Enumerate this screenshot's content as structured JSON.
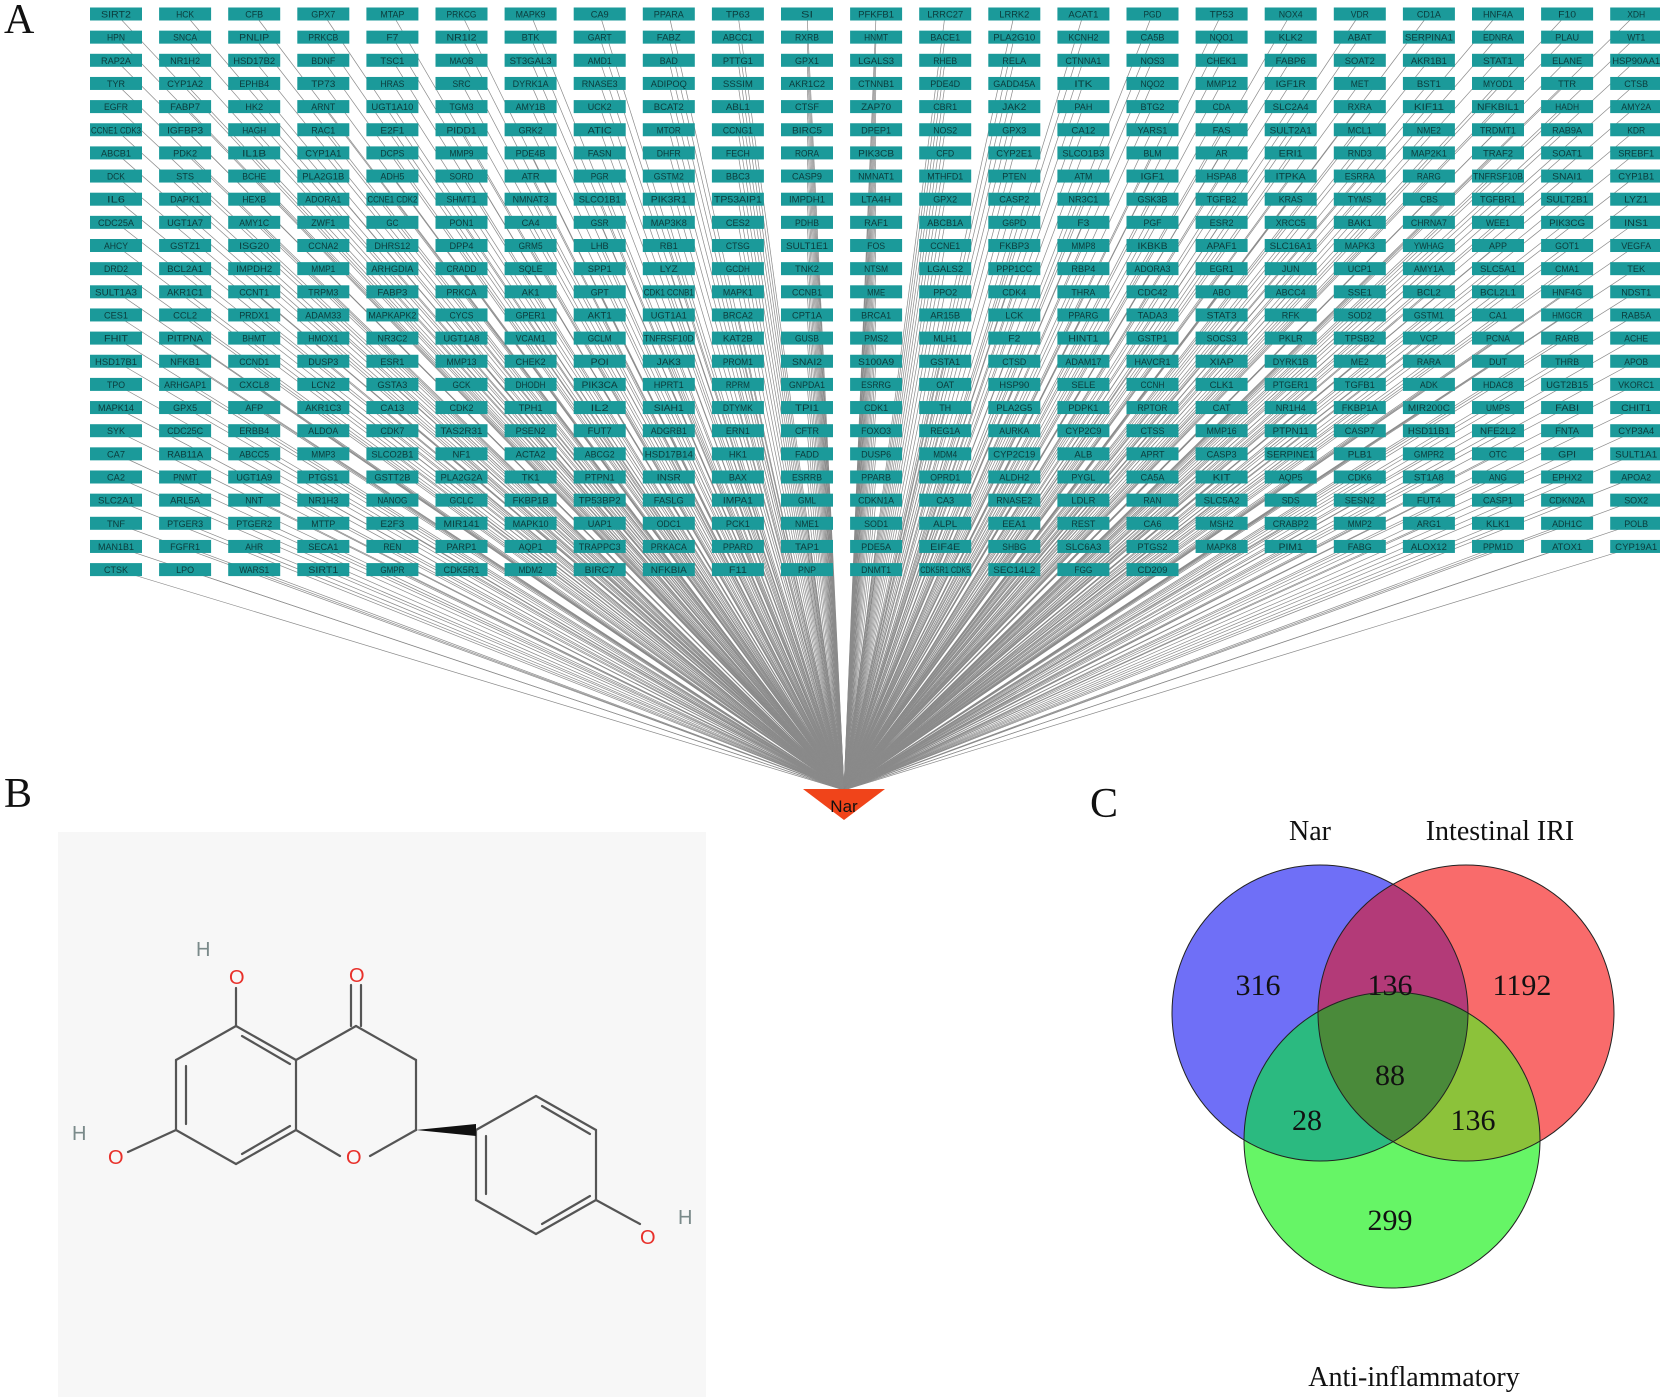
{
  "panels": {
    "a": "A",
    "b": "B",
    "c": "C"
  },
  "network": {
    "hub_label": "Nar",
    "colors": {
      "node": "#1b9a9a",
      "edge": "#8a8a8a",
      "hub": "#f0441a"
    },
    "columns": [
      [
        "SIRT2",
        "HPN",
        "RAP2A",
        "TYR",
        "EGFR",
        "CCNE1 CDK3",
        "ABCB1",
        "DCK",
        "IL6",
        "CDC25A",
        "AHCY",
        "DRD2",
        "SULT1A3",
        "CES1",
        "FHIT",
        "HSD17B1",
        "TPO",
        "MAPK14",
        "SYK",
        "CA7",
        "CA2",
        "SLC2A1",
        "TNF",
        "MAN1B1",
        "CTSK"
      ],
      [
        "HCK",
        "SNCA",
        "NR1H2",
        "CYP1A2",
        "FABP7",
        "IGFBP3",
        "PDK2",
        "STS",
        "DAPK1",
        "UGT1A7",
        "GSTZ1",
        "BCL2A1",
        "AKR1C1",
        "CCL2",
        "PITPNA",
        "NFKB1",
        "ARHGAP1",
        "GPX5",
        "CDC25C",
        "RAB11A",
        "PNMT",
        "ARL5A",
        "PTGER3",
        "FGFR1",
        "LPO"
      ],
      [
        "CFB",
        "PNLIP",
        "HSD17B2",
        "EPHB4",
        "HK2",
        "HAGH",
        "IL1B",
        "BCHE",
        "HEXB",
        "AMY1C",
        "ISG20",
        "IMPDH2",
        "CCNT1",
        "PRDX1",
        "BHMT",
        "CCND1",
        "CXCL8",
        "AFP",
        "ERBB4",
        "ABCC5",
        "UGT1A9",
        "NNT",
        "PTGER2",
        "AHR",
        "WARS1"
      ],
      [
        "GPX7",
        "PRKCB",
        "BDNF",
        "TP73",
        "ARNT",
        "RAC1",
        "CYP1A1",
        "PLA2G1B",
        "ADORA1",
        "ZWF1",
        "CCNA2",
        "MMP1",
        "TRPM3",
        "ADAM33",
        "HMOX1",
        "DUSP3",
        "LCN2",
        "AKR1C3",
        "ALDOA",
        "MMP3",
        "PTGS1",
        "NR1H3",
        "MTTP",
        "SECA1",
        "SIRT1"
      ],
      [
        "MTAP",
        "F7",
        "TSC1",
        "HRAS",
        "UGT1A10",
        "E2F1",
        "DCPS",
        "ADH5",
        "CCNE1 CDK2",
        "GC",
        "DHRS12",
        "ARHGDIA",
        "FABP3",
        "MAPKAPK2",
        "NR3C2",
        "ESR1",
        "GSTA3",
        "CA13",
        "CDK7",
        "SLCO2B1",
        "GSTT2B",
        "NANOG",
        "E2F3",
        "REN",
        "GMPR"
      ],
      [
        "PRKCG",
        "NR1I2",
        "MAOB",
        "SRC",
        "TGM3",
        "PIDD1",
        "MMP9",
        "SORD",
        "SHMT1",
        "PON1",
        "DPP4",
        "CRADD",
        "PRKCA",
        "CYCS",
        "UGT1A8",
        "MMP13",
        "GCK",
        "CDK2",
        "TAS2R31",
        "NF1",
        "PLA2G2A",
        "GCLC",
        "MIR141",
        "PARP1",
        "CDK5R1"
      ],
      [
        "MAPK9",
        "BTK",
        "ST3GAL3",
        "DYRK1A",
        "AMY1B",
        "GRK2",
        "PDE4B",
        "ATR",
        "NMNAT3",
        "CA4",
        "GRM5",
        "SQLE",
        "AK1",
        "GPER1",
        "VCAM1",
        "CHEK2",
        "DHODH",
        "TPH1",
        "PSEN2",
        "ACTA2",
        "TK1",
        "FKBP1B",
        "MAPK10",
        "AQP1",
        "MDM2"
      ],
      [
        "CA9",
        "GART",
        "AMD1",
        "RNASE3",
        "UCK2",
        "ATIC",
        "FASN",
        "PGR",
        "SLCO1B1",
        "GSR",
        "LHB",
        "SPP1",
        "GPT",
        "AKT1",
        "GCLM",
        "POI",
        "PIK3CA",
        "IL2",
        "FUT7",
        "ABCG2",
        "PTPN1",
        "TP53BP2",
        "UAP1",
        "TRAPPC3",
        "BIRC7"
      ],
      [
        "PPARA",
        "FABZ",
        "BAD",
        "ADIPOQ",
        "BCAT2",
        "MTOR",
        "DHFR",
        "GSTM2",
        "PIK3R1",
        "MAP3K8",
        "RB1",
        "LYZ",
        "CDK1 CCNB1",
        "UGT1A1",
        "TNFRSF10D",
        "JAK3",
        "HPRT1",
        "SIAH1",
        "ADGRB1",
        "HSD17B14",
        "INSR",
        "FASLG",
        "ODC1",
        "PRKACA",
        "NFKBIA"
      ],
      [
        "TP63",
        "ABCC1",
        "PTTG1",
        "SSSIM",
        "ABL1",
        "CCNG1",
        "FECH",
        "BBC3",
        "TP53AIP1",
        "CES2",
        "CTSG",
        "GCDH",
        "MAPK1",
        "BRCA2",
        "KAT2B",
        "PROM1",
        "RPRM",
        "DTYMK",
        "ERN1",
        "HK1",
        "BAX",
        "IMPA1",
        "PCK1",
        "PPARD",
        "F11"
      ],
      [
        "SI",
        "RXRB",
        "GPX1",
        "AKR1C2",
        "CTSF",
        "BIRC5",
        "RORA",
        "CASP9",
        "IMPDH1",
        "PDHB",
        "SULT1E1",
        "TNK2",
        "CCNB1",
        "CPT1A",
        "GUSB",
        "SNAI2",
        "GNPDA1",
        "TPI1",
        "CFTR",
        "FADD",
        "ESRRB",
        "GML",
        "NME1",
        "TAP1",
        "PNP"
      ],
      [
        "PFKFB1",
        "HNMT",
        "LGALS3",
        "CTNNB1",
        "ZAP70",
        "DPEP1",
        "PIK3CB",
        "NMNAT1",
        "LTA4H",
        "RAF1",
        "FOS",
        "NTSM",
        "MME",
        "BRCA1",
        "PMS2",
        "S100A9",
        "ESRRG",
        "CDK1",
        "FOXO3",
        "DUSP6",
        "PPARB",
        "CDKN1A",
        "SOD1",
        "PDE5A",
        "DNMT1"
      ],
      [
        "LRRC27",
        "BACE1",
        "RHEB",
        "PDE4D",
        "CBR1",
        "NOS2",
        "CFD",
        "MTHFD1",
        "GPX2",
        "ABCB1A",
        "CCNE1",
        "LGALS2",
        "PPO2",
        "AR15B",
        "MLH1",
        "GSTA1",
        "OAT",
        "TH",
        "REG1A",
        "MDM4",
        "OPRD1",
        "CA3",
        "ALPL",
        "EIF4E",
        "CDK5R1 CDK5"
      ],
      [
        "LRRK2",
        "PLA2G10",
        "RELA",
        "GADD45A",
        "JAK2",
        "GPX3",
        "CYP2E1",
        "PTEN",
        "CASP2",
        "G6PD",
        "FKBP3",
        "PPP1CC",
        "CDK4",
        "LCK",
        "F2",
        "CTSD",
        "HSP90",
        "PLA2G5",
        "AURKA",
        "CYP2C19",
        "ALDH2",
        "RNASE2",
        "EEA1",
        "SHBG",
        "SEC14L2"
      ],
      [
        "ACAT1",
        "KCNH2",
        "CTNNA1",
        "ITK",
        "PAH",
        "CA12",
        "SLCO1B3",
        "ATM",
        "NR3C1",
        "F3",
        "MMP8",
        "RBP4",
        "THRA",
        "PPARG",
        "HINT1",
        "ADAM17",
        "SELE",
        "PDPK1",
        "CYP2C9",
        "ALB",
        "PYGL",
        "LDLR",
        "REST",
        "SLC6A3",
        "FGG"
      ],
      [
        "PGD",
        "CA5B",
        "NOS3",
        "NQO2",
        "BTG2",
        "YARS1",
        "BLM",
        "IGF1",
        "GSK3B",
        "PGF",
        "IKBKB",
        "ADORA3",
        "CDC42",
        "TADA3",
        "GSTP1",
        "HAVCR1",
        "CCNH",
        "RPTOR",
        "CTSS",
        "APRT",
        "CA5A",
        "RAN",
        "CA6",
        "PTGS2",
        "CD209"
      ],
      [
        "TP53",
        "NQO1",
        "CHEK1",
        "MMP12",
        "CDA",
        "FAS",
        "AR",
        "HSPA8",
        "TGFB2",
        "ESR2",
        "APAF1",
        "EGR1",
        "ABO",
        "STAT3",
        "SOCS3",
        "XIAP",
        "CLK1",
        "CAT",
        "MMP16",
        "CASP3",
        "KIT",
        "SLC5A2",
        "MSH2",
        "MAPK8"
      ],
      [
        "NOX4",
        "KLK2",
        "FABP6",
        "IGF1R",
        "SLC2A4",
        "SULT2A1",
        "ERI1",
        "ITPKA",
        "KRAS",
        "XRCC5",
        "SLC16A1",
        "JUN",
        "ABCC4",
        "RFK",
        "PKLR",
        "DYRK1B",
        "PTGER1",
        "NR1H4",
        "PTPN11",
        "SERPINE1",
        "AQP5",
        "SDS",
        "CRABP2",
        "PIM1"
      ],
      [
        "VDR",
        "ABAT",
        "SOAT2",
        "MET",
        "RXRA",
        "MCL1",
        "RND3",
        "ESRRA",
        "TYMS",
        "BAK1",
        "MAPK3",
        "UCP1",
        "SSE1",
        "SOD2",
        "TPSB2",
        "ME2",
        "TGFB1",
        "FKBP1A",
        "CASP7",
        "PLB1",
        "CDK6",
        "SESN2",
        "MMP2",
        "FABG"
      ],
      [
        "CD1A",
        "SERPINA1",
        "AKR1B1",
        "BST1",
        "KIF11",
        "NME2",
        "MAP2K1",
        "RARG",
        "CBS",
        "CHRNA7",
        "YWHAG",
        "AMY1A",
        "BCL2",
        "GSTM1",
        "VCP",
        "RARA",
        "ADK",
        "MIR200C",
        "HSD11B1",
        "GMPR2",
        "ST1A8",
        "FUT4",
        "ARG1",
        "ALOX12"
      ],
      [
        "HNF4A",
        "EDNRA",
        "STAT1",
        "MYOD1",
        "NFKBIL1",
        "TRDMT1",
        "TRAF2",
        "TNFRSF10B",
        "TGFBR1",
        "WEE1",
        "APP",
        "SLC5A1",
        "BCL2L1",
        "CA1",
        "PCNA",
        "DUT",
        "HDAC8",
        "UMPS",
        "NFE2L2",
        "OTC",
        "ANG",
        "CASP1",
        "KLK1",
        "PPM1D"
      ],
      [
        "F10",
        "PLAU",
        "ELANE",
        "TTR",
        "HADH",
        "RAB9A",
        "SOAT1",
        "SNAI1",
        "SULT2B1",
        "PIK3CG",
        "GOT1",
        "CMA1",
        "HNF4G",
        "HMGCR",
        "RARB",
        "THRB",
        "UGT2B15",
        "FABI",
        "FNTA",
        "GPI",
        "EPHX2",
        "CDKN2A",
        "ADH1C",
        "ATOX1"
      ],
      [
        "XDH",
        "WT1",
        "HSP90AA1",
        "CTSB",
        "AMY2A",
        "KDR",
        "SREBF1",
        "CYP1B1",
        "LYZ1",
        "INS1",
        "VEGFA",
        "TEK",
        "NDST1",
        "RAB5A",
        "ACHE",
        "APOB",
        "VKORC1",
        "CHIT1",
        "CYP3A4",
        "SULT1A1",
        "APOA2",
        "SOX2",
        "POLB",
        "CYP19A1"
      ]
    ]
  },
  "molecule": {
    "atoms": {
      "o": "O",
      "h": "H"
    },
    "colors": {
      "bond": "#555555",
      "oxygen": "#e8302a",
      "hydrogen": "#7a8a8a"
    }
  },
  "venn": {
    "sets": [
      {
        "name": "Nar",
        "color": "#6f6ff7"
      },
      {
        "name": "Intestinal IRI",
        "color": "#f96b6b"
      },
      {
        "name": "Anti-inflammatory",
        "color": "#66f566"
      }
    ],
    "regions": {
      "nar_only": 316,
      "iri_only": 1192,
      "anti_only": 299,
      "nar_iri": 136,
      "nar_anti": 28,
      "iri_anti": 136,
      "all_three": 88
    },
    "colors": {
      "nar_iri": "#b33a78",
      "nar_anti": "#2bba80",
      "iri_anti": "#8cc23a",
      "all_three": "#4a8a3a"
    }
  }
}
